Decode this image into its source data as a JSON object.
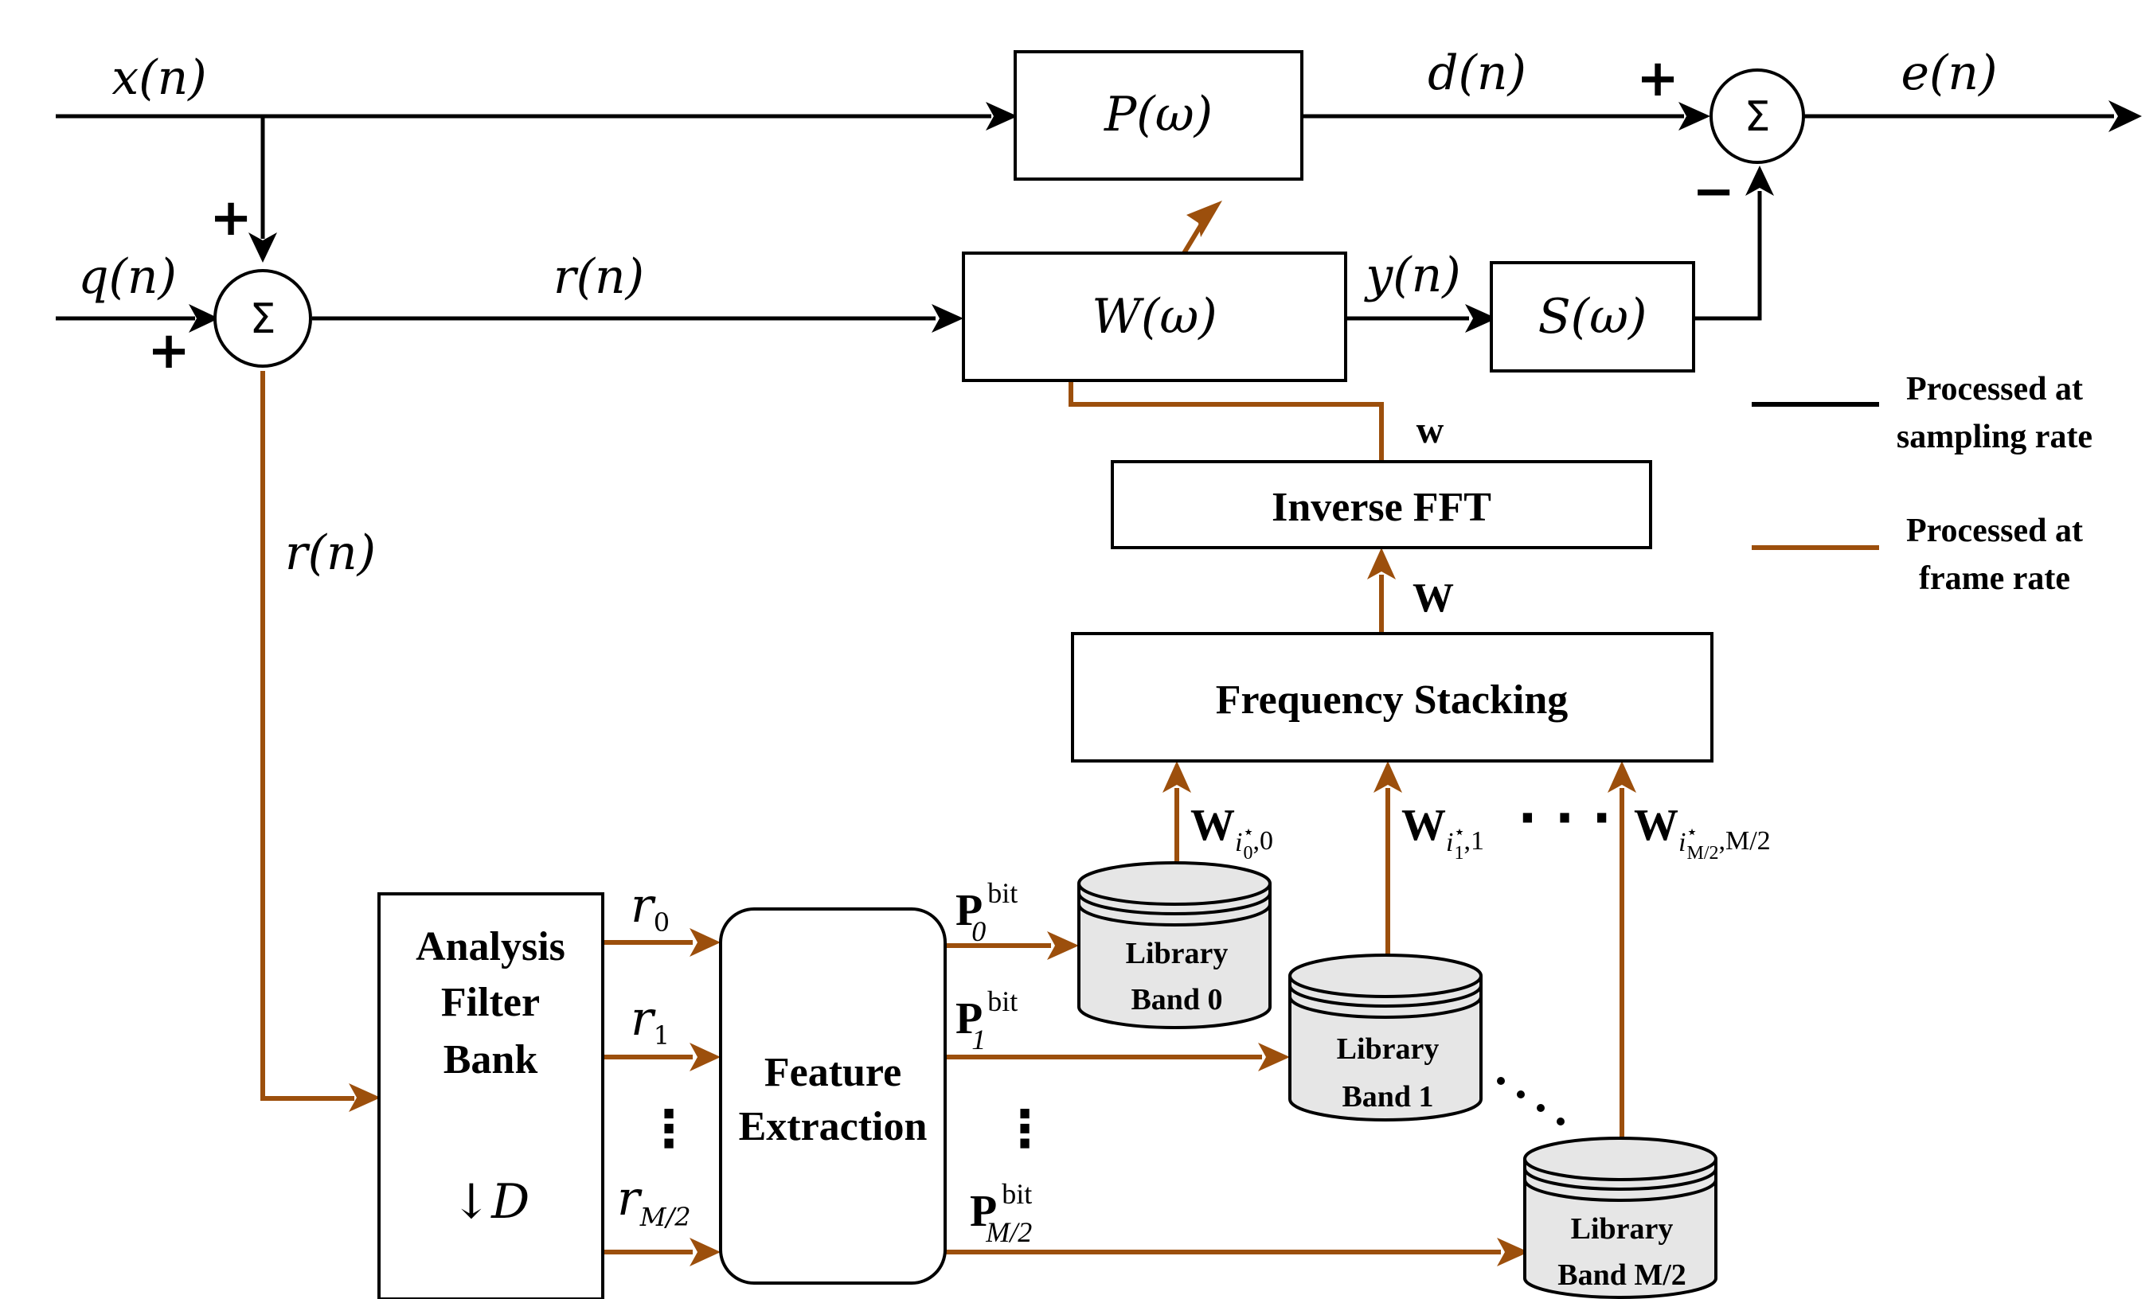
{
  "blocks": {
    "primary_path": "P(ω)",
    "adaptive_filter": "W(ω)",
    "secondary_path": "S(ω)",
    "inverse_fft": "Inverse FFT",
    "frequency_stacking": "Frequency Stacking",
    "analysis_filter_bank": [
      "Analysis",
      "Filter",
      "Bank"
    ],
    "downsample": "↓D",
    "feature_extraction": [
      "Feature",
      "Extraction"
    ]
  },
  "signals": {
    "x": "x(n)",
    "q": "q(n)",
    "r_main": "r(n)",
    "r_branch": "r(n)",
    "d": "d(n)",
    "y": "y(n)",
    "e": "e(n)",
    "w_time": "w",
    "w_freq": "W"
  },
  "summing": {
    "symbol": "Σ",
    "plus": "+",
    "minus": "−"
  },
  "subbands": {
    "r0": "r",
    "r0_sub": "0",
    "r1": "r",
    "r1_sub": "1",
    "rm": "r",
    "rm_sub": "M/2",
    "p0": "P",
    "p0_sup": "bit",
    "p0_sub": "0",
    "p1": "P",
    "p1_sup": "bit",
    "p1_sub": "1",
    "pm": "P",
    "pm_sup": "bit",
    "pm_sub": "M/2"
  },
  "weights": {
    "w0": "W",
    "w0_sub": "i",
    "w0_sup": "⋆",
    "w0_subsub": "0",
    "w0_tail": ",0",
    "w1": "W",
    "w1_sub": "i",
    "w1_sup": "⋆",
    "w1_subsub": "1",
    "w1_tail": ",1",
    "wm": "W",
    "wm_sub": "i",
    "wm_sup": "⋆",
    "wm_subsub": "M/2",
    "wm_tail": ",M/2"
  },
  "libraries": [
    {
      "line1": "Library",
      "line2": "Band 0"
    },
    {
      "line1": "Library",
      "line2": "Band 1"
    },
    {
      "line1": "Library",
      "line2": "Band M/2"
    }
  ],
  "ellipsis": "· · ·",
  "vdots": "⋮",
  "legend": {
    "sampling": [
      "Processed at",
      "sampling rate"
    ],
    "frame": [
      "Processed at",
      "frame rate"
    ]
  },
  "colors": {
    "sampling_rate_line": "#000000",
    "frame_rate_line": "#9C4F0C"
  }
}
